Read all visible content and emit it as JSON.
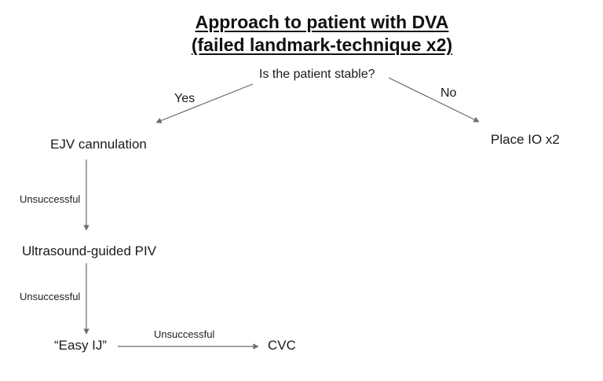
{
  "title": {
    "line1": "Approach to patient with DVA",
    "line2": "(failed landmark-technique x2)"
  },
  "decision": {
    "question": "Is the patient stable?",
    "yes_label": "Yes",
    "no_label": "No"
  },
  "nodes": {
    "ejv": "EJV cannulation",
    "place_io": "Place IO x2",
    "us_piv": "Ultrasound-guided PIV",
    "easy_ij": "“Easy IJ”",
    "cvc": "CVC"
  },
  "edge_labels": {
    "unsuccessful_1": "Unsuccessful",
    "unsuccessful_2": "Unsuccessful",
    "unsuccessful_3": "Unsuccessful"
  },
  "colors": {
    "background": "#ffffff",
    "text": "#1a1a1a",
    "arrow": "#6b6b6b"
  }
}
